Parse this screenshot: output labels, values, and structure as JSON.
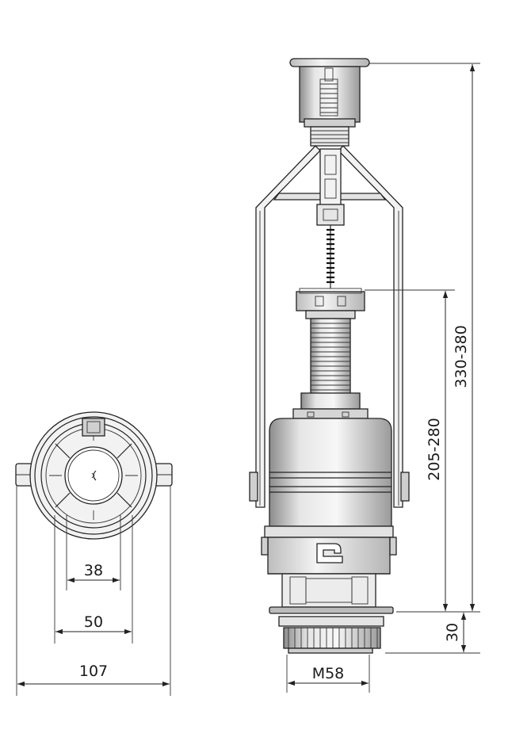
{
  "dimensions": {
    "top_view": {
      "d38": "38",
      "d50": "50",
      "d107": "107"
    },
    "side_view": {
      "m58": "M58",
      "h30": "30",
      "h205_280": "205-280",
      "h330_380": "330-380"
    }
  },
  "colors": {
    "line": "#222222",
    "body_light": "#f0f0f0",
    "body_mid": "#d6d6d6",
    "body_dark": "#9a9a9a",
    "background": "#ffffff"
  }
}
